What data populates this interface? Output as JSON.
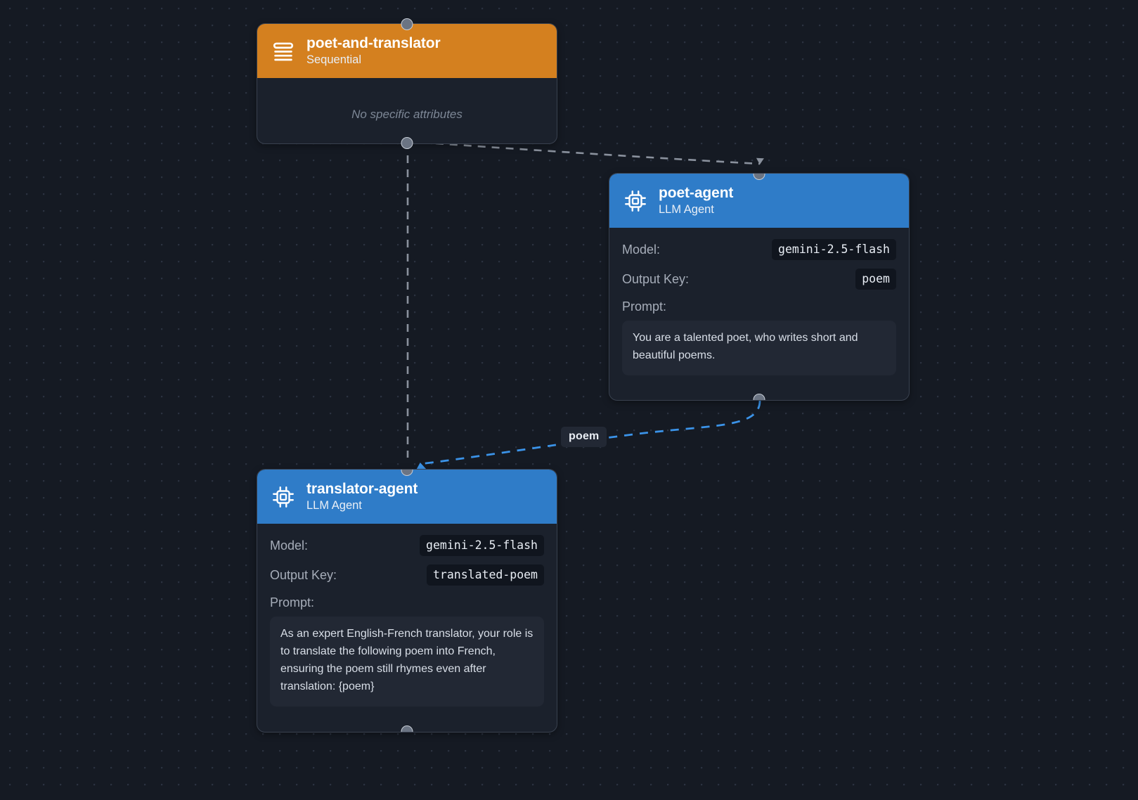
{
  "canvas": {
    "background_color": "#151a23",
    "dot_color": "#2b3240"
  },
  "colors": {
    "sequential_header": "#d4801f",
    "llm_header": "#2f7cc8",
    "node_body": "#1b212c",
    "node_border": "#39414f",
    "edge_default": "#8a919d",
    "edge_data": "#3b93e8",
    "badge_bg": "#10151e",
    "prompt_bg": "#222834"
  },
  "nodes": [
    {
      "id": "poet-and-translator",
      "title": "poet-and-translator",
      "subtitle": "Sequential",
      "icon": "list-icon",
      "type": "sequential",
      "empty_text": "No specific attributes"
    },
    {
      "id": "poet-agent",
      "title": "poet-agent",
      "subtitle": "LLM Agent",
      "icon": "cpu-chip-icon",
      "type": "llm",
      "attributes": [
        {
          "label": "Model:",
          "value": "gemini-2.5-flash"
        },
        {
          "label": "Output Key:",
          "value": "poem"
        }
      ],
      "prompt_label": "Prompt:",
      "prompt_text": "You are a talented poet, who writes short and beautiful poems."
    },
    {
      "id": "translator-agent",
      "title": "translator-agent",
      "subtitle": "LLM Agent",
      "icon": "cpu-chip-icon",
      "type": "llm",
      "attributes": [
        {
          "label": "Model:",
          "value": "gemini-2.5-flash"
        },
        {
          "label": "Output Key:",
          "value": "translated-poem"
        }
      ],
      "prompt_label": "Prompt:",
      "prompt_text": "As an expert English-French translator, your role is to translate the following poem into French, ensuring the poem still rhymes even after translation: {poem}"
    }
  ],
  "edges": [
    {
      "id": "seq-to-poet",
      "from": "poet-and-translator",
      "to": "poet-agent",
      "label": "",
      "style": "dashed",
      "color": "#8a919d"
    },
    {
      "id": "seq-to-translator",
      "from": "poet-and-translator",
      "to": "translator-agent",
      "label": "",
      "style": "dashed",
      "color": "#8a919d"
    },
    {
      "id": "poet-to-translator",
      "from": "poet-agent",
      "to": "translator-agent",
      "label": "poem",
      "style": "dashed",
      "color": "#3b93e8"
    }
  ]
}
